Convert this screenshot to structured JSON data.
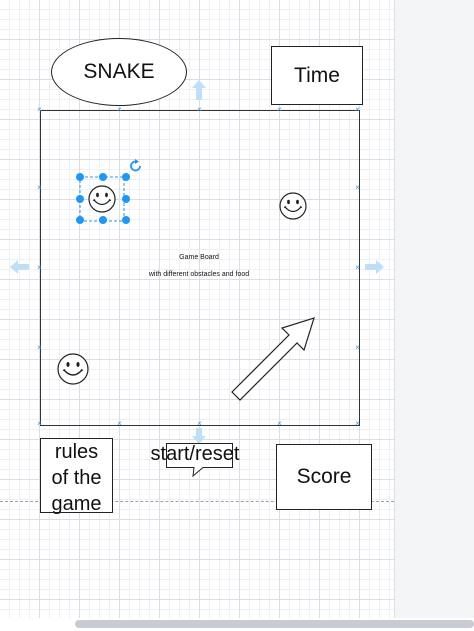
{
  "diagram": {
    "title_shape": {
      "label": "SNAKE"
    },
    "time_box": {
      "label": "Time"
    },
    "score_box": {
      "label": "Score"
    },
    "rules_box": {
      "lines": [
        "rules",
        "of the",
        "game"
      ]
    },
    "start_reset": {
      "label": "start/reset"
    },
    "game_board": {
      "title": "Game Board",
      "subtitle": "with different obstacles and food"
    },
    "icons": [
      "smiley-icon",
      "rotate-icon",
      "arrow-icon",
      "expand-arrow-icon"
    ]
  },
  "colors": {
    "selection": "#2196f3",
    "handle": "#3b9be0",
    "arrow_hint": "#bfdff7",
    "stroke": "#222222"
  }
}
